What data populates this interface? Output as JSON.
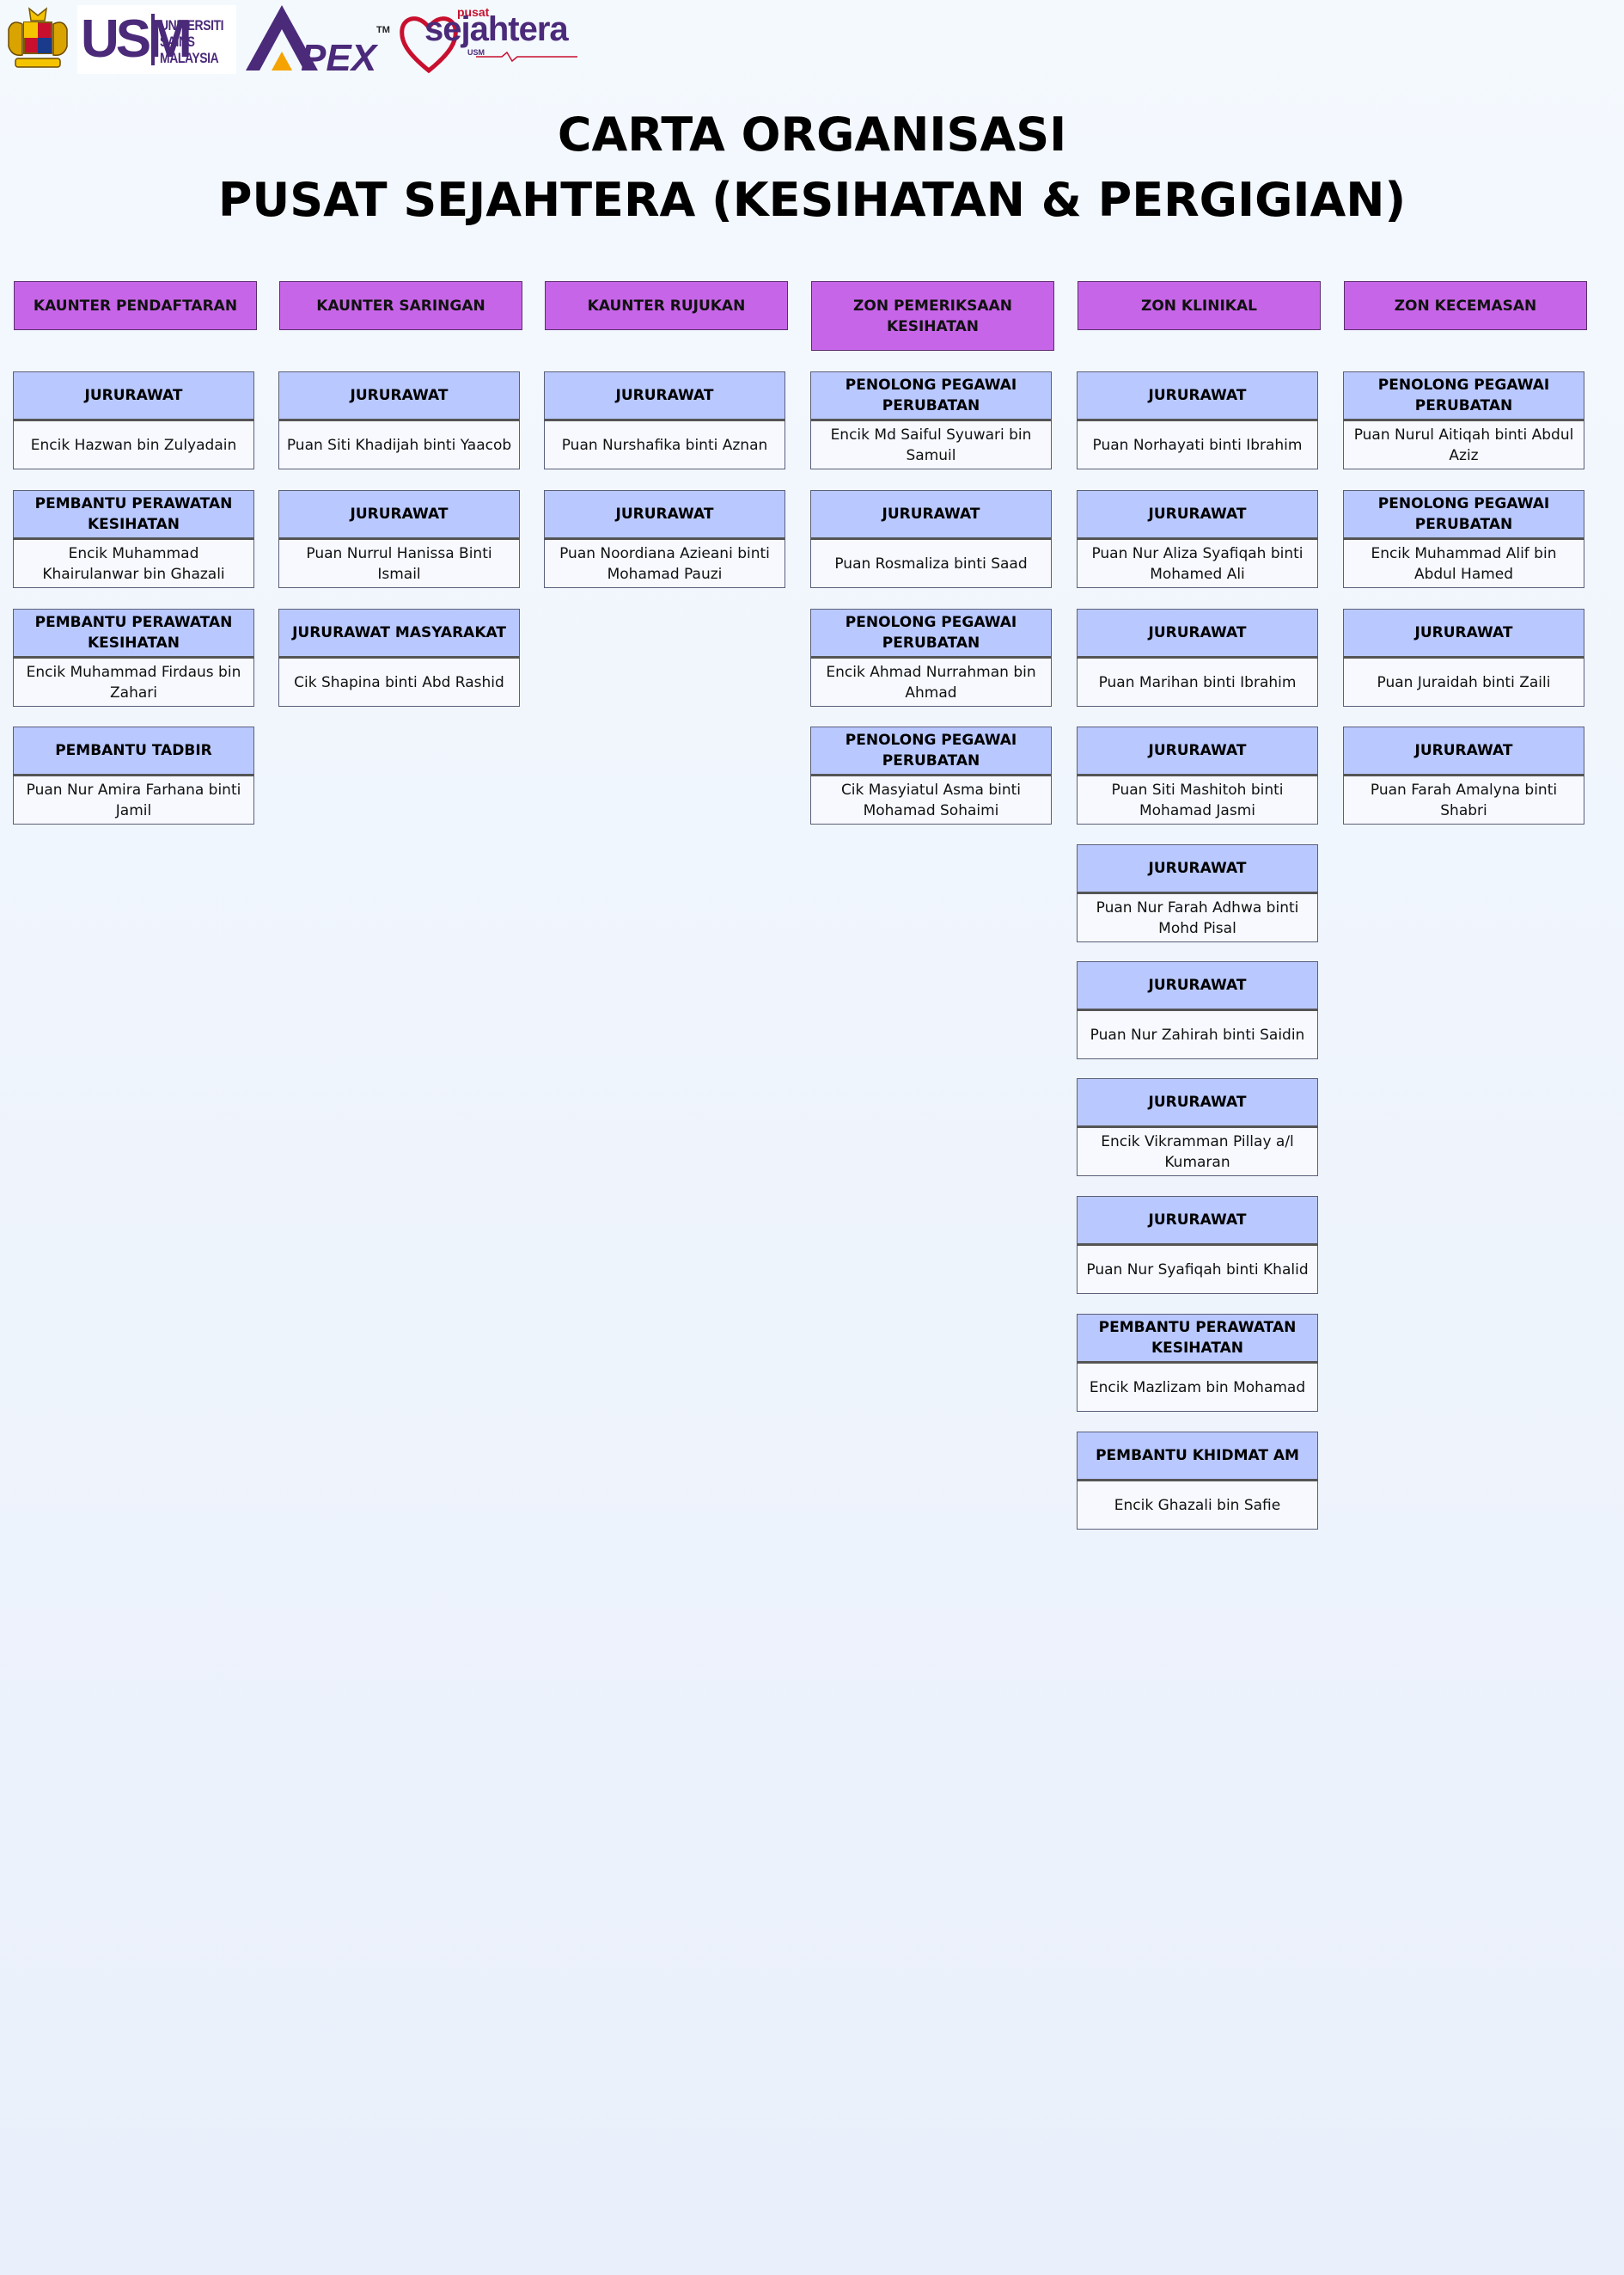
{
  "logos": {
    "usm_mark": "USM",
    "usm_lines": [
      "UNIVERSITI",
      "SAINS",
      "MALAYSIA"
    ],
    "apex": "APEX",
    "apex_tm": "TM",
    "sejahtera_top": "pusat",
    "sejahtera": "sejahtera",
    "sejahtera_usm": "USM"
  },
  "title_line1": "CARTA ORGANISASI",
  "title_line2": "PUSAT SEJAHTERA (KESIHATAN & PERGIGIAN)",
  "columns": [
    {
      "heading": "KAUNTER PENDAFTARAN",
      "staff": [
        {
          "role": "JURURAWAT",
          "name": "Encik Hazwan bin Zulyadain"
        },
        {
          "role": "PEMBANTU PERAWATAN KESIHATAN",
          "name": "Encik Muhammad Khairulanwar bin Ghazali"
        },
        {
          "role": "PEMBANTU PERAWATAN KESIHATAN",
          "name": "Encik Muhammad Firdaus bin Zahari"
        },
        {
          "role": "PEMBANTU TADBIR",
          "name": "Puan Nur Amira Farhana binti Jamil"
        }
      ]
    },
    {
      "heading": "KAUNTER SARINGAN",
      "staff": [
        {
          "role": "JURURAWAT",
          "name": "Puan Siti Khadijah binti Yaacob"
        },
        {
          "role": "JURURAWAT",
          "name": "Puan Nurrul Hanissa Binti Ismail"
        },
        {
          "role": "JURURAWAT MASYARAKAT",
          "name": "Cik Shapina binti Abd Rashid"
        }
      ]
    },
    {
      "heading": "KAUNTER RUJUKAN",
      "staff": [
        {
          "role": "JURURAWAT",
          "name": "Puan Nurshafika binti Aznan"
        },
        {
          "role": "JURURAWAT",
          "name": "Puan Noordiana Azieani binti Mohamad Pauzi"
        }
      ]
    },
    {
      "heading": "ZON PEMERIKSAAN KESIHATAN",
      "staff": [
        {
          "role": "PENOLONG PEGAWAI PERUBATAN",
          "name": "Encik Md Saiful Syuwari bin Samuil"
        },
        {
          "role": "JURURAWAT",
          "name": "Puan Rosmaliza binti Saad"
        },
        {
          "role": "PENOLONG PEGAWAI PERUBATAN",
          "name": "Encik Ahmad Nurrahman bin Ahmad"
        },
        {
          "role": "PENOLONG PEGAWAI PERUBATAN",
          "name": "Cik Masyiatul Asma binti Mohamad Sohaimi"
        }
      ]
    },
    {
      "heading": "ZON KLINIKAL",
      "staff": [
        {
          "role": "JURURAWAT",
          "name": "Puan Norhayati binti Ibrahim"
        },
        {
          "role": "JURURAWAT",
          "name": "Puan Nur Aliza Syafiqah binti Mohamed Ali"
        },
        {
          "role": "JURURAWAT",
          "name": "Puan Marihan binti Ibrahim"
        },
        {
          "role": "JURURAWAT",
          "name": "Puan Siti Mashitoh binti Mohamad Jasmi"
        },
        {
          "role": "JURURAWAT",
          "name": "Puan Nur Farah Adhwa binti Mohd Pisal"
        },
        {
          "role": "JURURAWAT",
          "name": "Puan Nur Zahirah binti Saidin"
        },
        {
          "role": "JURURAWAT",
          "name": "Encik Vikramman Pillay a/l Kumaran"
        },
        {
          "role": "JURURAWAT",
          "name": "Puan Nur Syafiqah binti Khalid"
        },
        {
          "role": "PEMBANTU PERAWATAN KESIHATAN",
          "name": "Encik Mazlizam bin Mohamad"
        },
        {
          "role": "PEMBANTU KHIDMAT AM",
          "name": "Encik Ghazali bin Safie"
        }
      ]
    },
    {
      "heading": "ZON KECEMASAN",
      "staff": [
        {
          "role": "PENOLONG PEGAWAI PERUBATAN",
          "name": "Puan Nurul Aitiqah binti Abdul Aziz"
        },
        {
          "role": "PENOLONG PEGAWAI PERUBATAN",
          "name": "Encik Muhammad Alif bin Abdul Hamed"
        },
        {
          "role": "JURURAWAT",
          "name": "Puan Juraidah binti Zaili"
        },
        {
          "role": "JURURAWAT",
          "name": "Puan Farah Amalyna binti Shabri"
        }
      ]
    }
  ]
}
